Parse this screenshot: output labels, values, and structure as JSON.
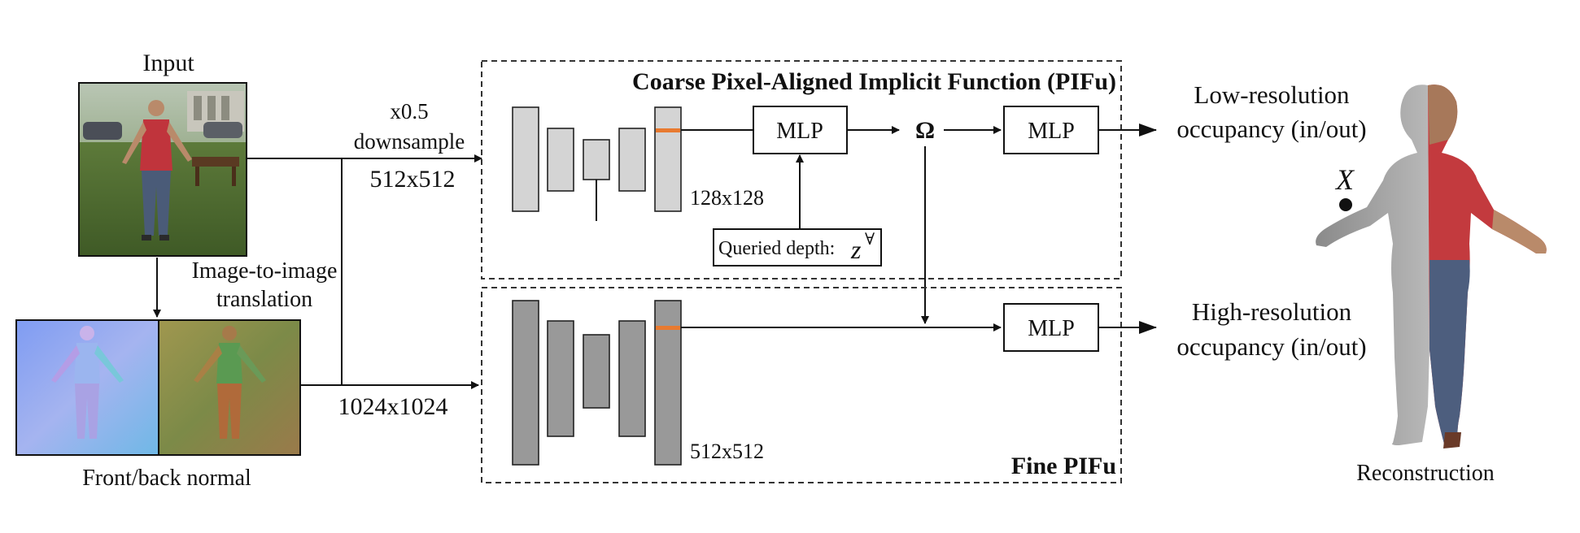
{
  "labels": {
    "input": "Input",
    "downsample_factor": "x0.5",
    "downsample": "downsample",
    "res_coarse_input": "512x512",
    "res_fine_input": "1024x1024",
    "img2img_line1": "Image-to-image",
    "img2img_line2": "translation",
    "front_back_normal": "Front/back normal",
    "coarse_title": "Coarse Pixel-Aligned Implicit Function (PIFu)",
    "fine_title": "Fine PIFu",
    "feat_coarse": "128x128",
    "feat_fine": "512x512",
    "mlp_coarse": "MLP",
    "mlp_low": "MLP",
    "mlp_high": "MLP",
    "omega": "Ω",
    "queried_depth": "Queried depth:",
    "z_symbol": "z",
    "z_superscript": "∀",
    "low_res_line1": "Low-resolution",
    "low_res_line2": "occupancy (in/out)",
    "high_res_line1": "High-resolution",
    "high_res_line2": "occupancy (in/out)",
    "point_x": "X",
    "reconstruction": "Reconstruction"
  },
  "colors": {
    "coarse_layers": "#d4d4d4",
    "fine_layers": "#999999",
    "feature_highlight": "#e87a30",
    "normal_front": "#8aa8ee",
    "normal_back": "#8d8a4a"
  }
}
